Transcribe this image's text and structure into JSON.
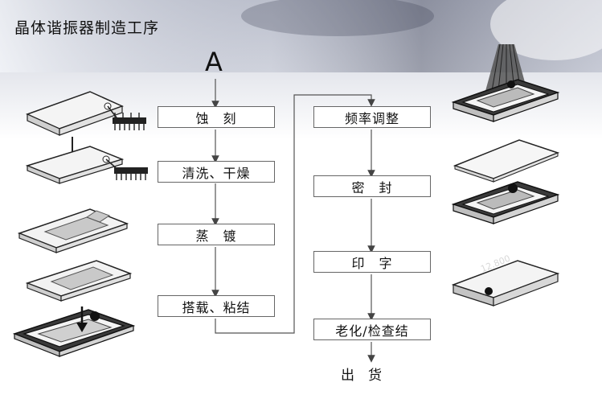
{
  "title": "晶体谐振器制造工序",
  "start_label": "A",
  "left_steps": [
    "蚀　刻",
    "清洗、干燥",
    "蒸　镀",
    "搭载、粘结"
  ],
  "right_steps": [
    "频率调整",
    "密　封",
    "印　字",
    "老化/检查结"
  ],
  "end_label": "出　货",
  "illustrations": {
    "left": [
      "blank-with-leads-icon",
      "blank-with-leads-lowered-icon",
      "electrode-film-icon",
      "electrode-film-stacked-icon",
      "crystal-on-package-icon"
    ],
    "right": [
      "laser-trim-package-icon",
      "lid-and-package-icon",
      "sealed-marked-package-icon"
    ]
  }
}
